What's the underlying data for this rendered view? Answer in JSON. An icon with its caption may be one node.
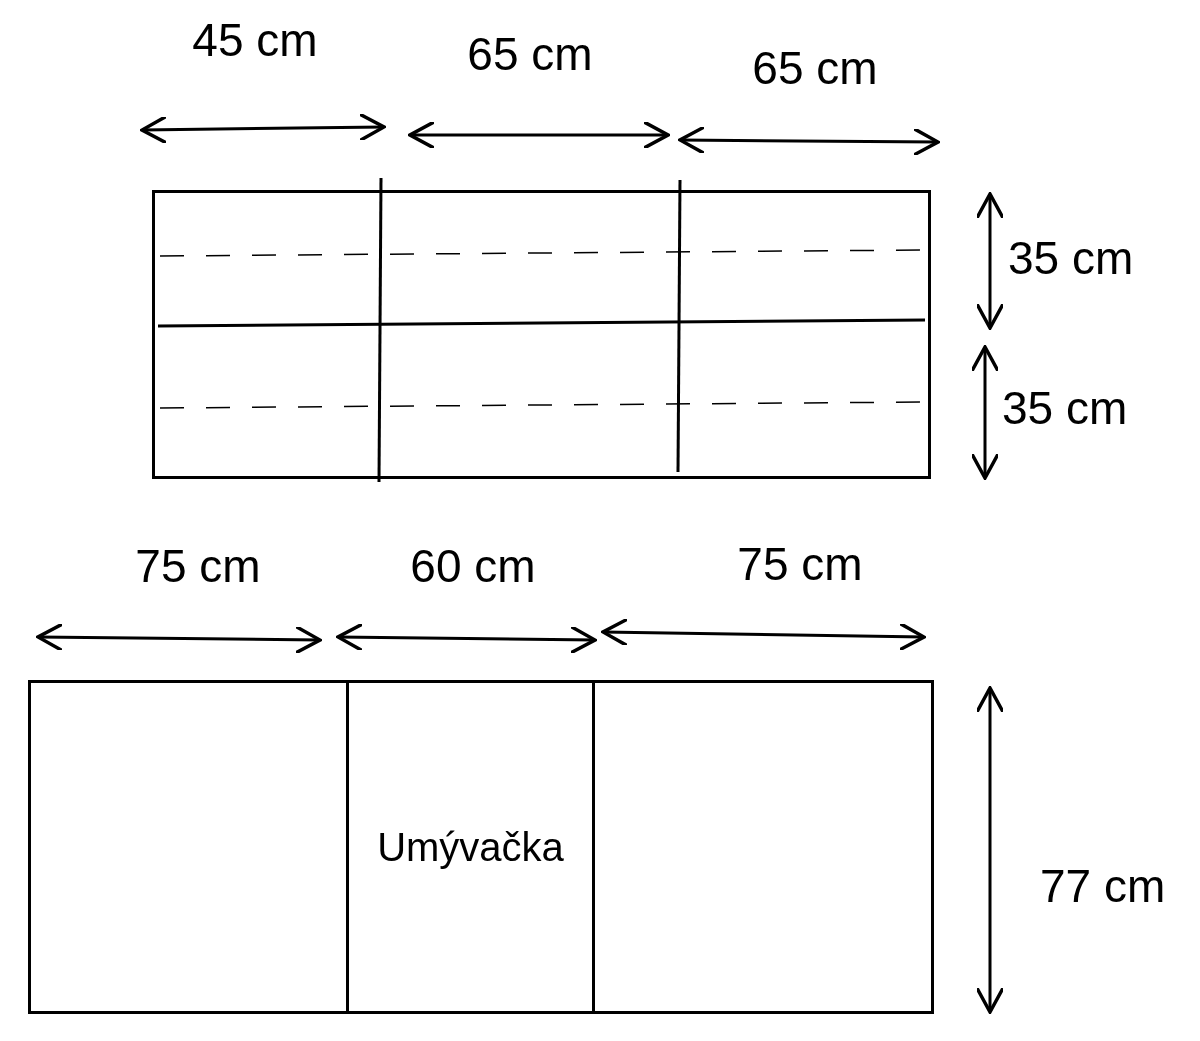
{
  "diagram": {
    "nodes": [
      {
        "text": [],
        "shape": "box"
      },
      {
        "text": [],
        "shape": "box"
      },
      {
        "text": [
          "Umývačka"
        ],
        "in": 1
      }
    ],
    "labels": [
      "45 cm",
      "65 cm",
      "65 cm",
      "35 cm",
      "35 cm",
      "75 cm",
      "60 cm",
      "75 cm",
      "77 cm"
    ]
  }
}
